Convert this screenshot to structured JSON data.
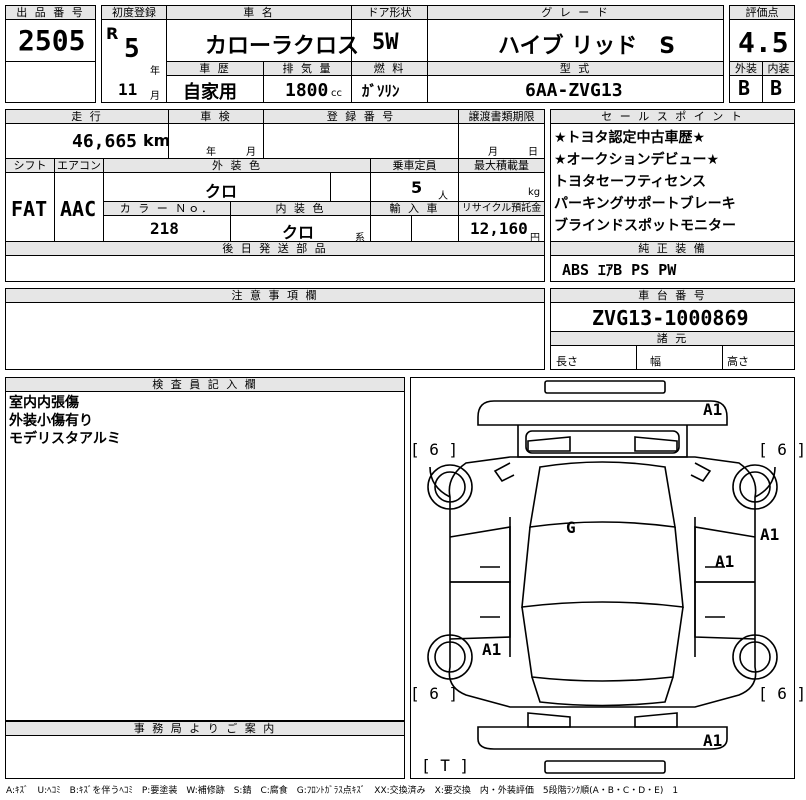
{
  "header": {
    "lot_label": "出 品 番 号",
    "lot_number": "2505",
    "first_reg_label": "初度登録",
    "era": "R",
    "year": "5",
    "year_unit": "年",
    "month": "11",
    "month_unit": "月",
    "car_name_label": "車 名",
    "car_name": "カローラクロス",
    "door_label": "ドア形状",
    "door": "5W",
    "grade_label": "グ レ ー ド",
    "grade": "ハイブ リッド　S",
    "score_label": "評価点",
    "score": "4.5",
    "exterior_label": "外装",
    "interior_label": "内装",
    "exterior_grade": "B",
    "interior_grade": "B",
    "history_label": "車 歴",
    "history": "自家用",
    "displacement_label": "排 気 量",
    "displacement": "1800",
    "displacement_unit": "cc",
    "fuel_label": "燃 料",
    "fuel": "ｶﾞｿﾘﾝ",
    "model_label": "型 式",
    "model": "6AA-ZVG13"
  },
  "specs": {
    "mileage_label": "走 行",
    "mileage": "46,665",
    "mileage_unit": "km",
    "inspection_label": "車 検",
    "inspection_year_unit": "年",
    "inspection_month_unit": "月",
    "reg_number_label": "登 録 番 号",
    "transfer_doc_label": "譲渡書類期限",
    "transfer_month_unit": "月",
    "transfer_day_unit": "日",
    "shift_label": "シフト",
    "shift": "FAT",
    "ac_label": "エアコン",
    "ac": "AAC",
    "ext_color_label": "外 装 色",
    "ext_color": "クロ",
    "capacity_label": "乗車定員",
    "capacity": "5",
    "capacity_unit": "人",
    "max_load_label": "最大積載量",
    "max_load_unit": "kg",
    "color_no_label": "カ ラ ー Ｎｏ．",
    "color_no": "218",
    "int_color_label": "内 装 色",
    "int_color": "クロ",
    "int_color_unit": "系",
    "import_label": "輸 入 車",
    "recycle_label": "リサイクル預託金",
    "recycle": "12,160",
    "recycle_unit": "円",
    "later_parts_label": "後 日 発 送 部 品"
  },
  "sales": {
    "label": "セ ー ル ス ポ イ ン ト",
    "points": [
      "★トヨタ認定中古車歴★",
      "★オークションデビュー★",
      "トヨタセーフティセンス",
      "パーキングサポートブレーキ",
      "ブラインドスポットモニター"
    ]
  },
  "equipment": {
    "label": "純 正 装 備",
    "value": "ABS ｴｱB PS PW"
  },
  "notes_header": "注 意 事 項 欄",
  "chassis": {
    "label": "車 台 番 号",
    "value": "ZVG13-1000869",
    "dims_label": "諸 元",
    "length_label": "長さ",
    "width_label": "幅",
    "height_label": "高さ"
  },
  "inspector": {
    "label": "検 査 員 記 入 欄",
    "lines": [
      "室内内張傷",
      "外装小傷有り",
      "モデリスタアルミ"
    ]
  },
  "office_label": "事 務 局 よ り ご 案 内",
  "diagram": {
    "marks": {
      "front_a1": "A1",
      "right_a1": "A1",
      "side_a1": "A1",
      "glass_g": "G",
      "left_a1": "A1",
      "rear_a1": "A1"
    },
    "tires": {
      "front_left": "[ 6 ]",
      "front_right": "[ 6 ]",
      "rear_left": "[ 6 ]",
      "rear_right": "[ 6 ]",
      "spare": "[ T ]"
    }
  },
  "legend": "A:ｷｽﾞ　U:ﾍｺﾐ　B:ｷｽﾞを伴うﾍｺﾐ　P:要塗装　W:補修跡　S:錆　C:腐食　G:ﾌﾛﾝﾄｶﾞﾗｽ点ｷｽﾞ　XX:交換済み　X:要交換　内・外装評価　5段階ﾗﾝｸ順(A・B・C・D・E)　1"
}
